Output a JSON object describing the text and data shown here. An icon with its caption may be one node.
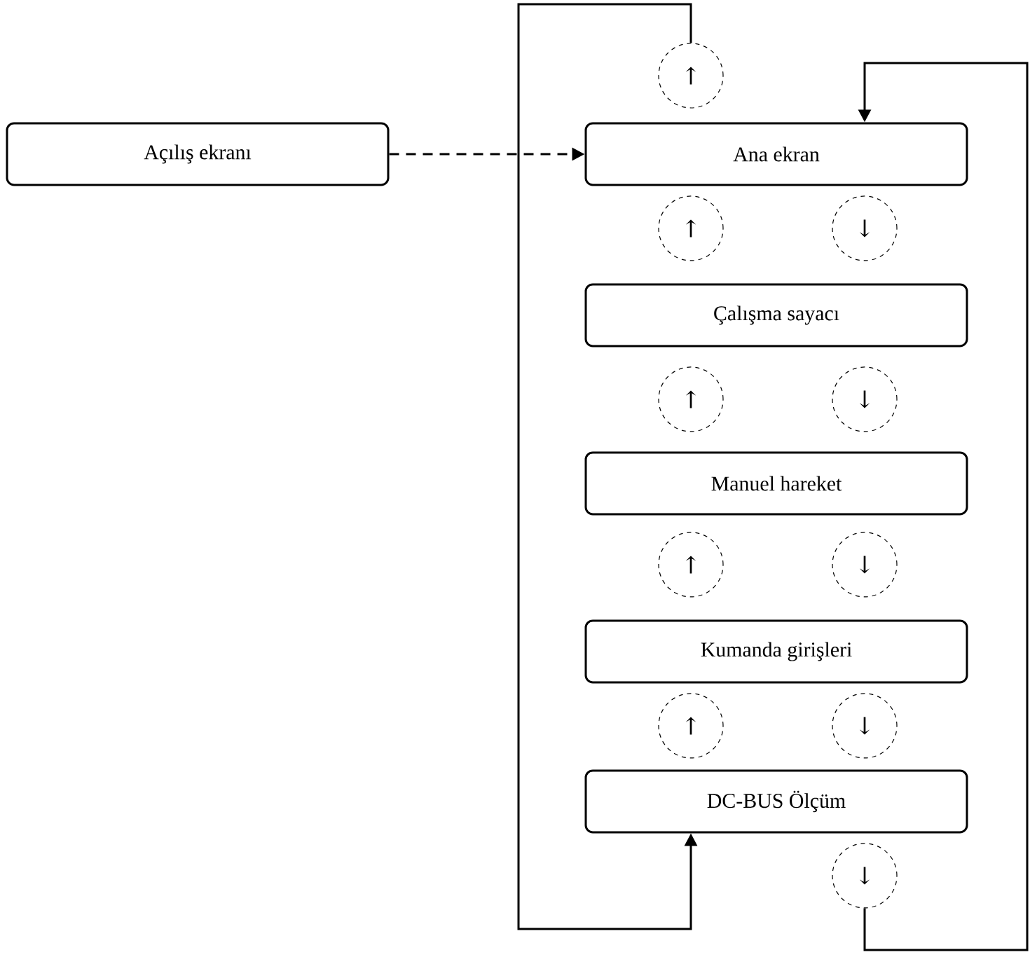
{
  "diagram": {
    "nodes": [
      {
        "text": [
          "↑"
        ]
      },
      {
        "text": [
          "Açılış ekranı"
        ]
      },
      {
        "text": [
          "Ana ekran"
        ]
      },
      {
        "text": [
          "↑"
        ]
      },
      {
        "text": [
          "↓"
        ]
      },
      {
        "text": [
          "Çalışma sayacı"
        ]
      },
      {
        "text": [
          "↑"
        ]
      },
      {
        "text": [
          "↓"
        ]
      },
      {
        "text": [
          "Manuel hareket"
        ]
      },
      {
        "text": [
          "↑"
        ]
      },
      {
        "text": [
          "↓"
        ]
      },
      {
        "text": [
          "Kumanda girişleri"
        ]
      },
      {
        "text": [
          "↑"
        ]
      },
      {
        "text": [
          "↓"
        ]
      },
      {
        "text": [
          "DC-BUS Ölçüm"
        ]
      },
      {
        "text": [
          "↓"
        ]
      }
    ],
    "edges": [
      {
        "from": 1,
        "to": 2,
        "arrow": "to",
        "style": "dashed"
      },
      {
        "from": 0,
        "to": 14,
        "arrow": "to"
      },
      {
        "from": 15,
        "to": 2,
        "arrow": "to"
      }
    ]
  }
}
